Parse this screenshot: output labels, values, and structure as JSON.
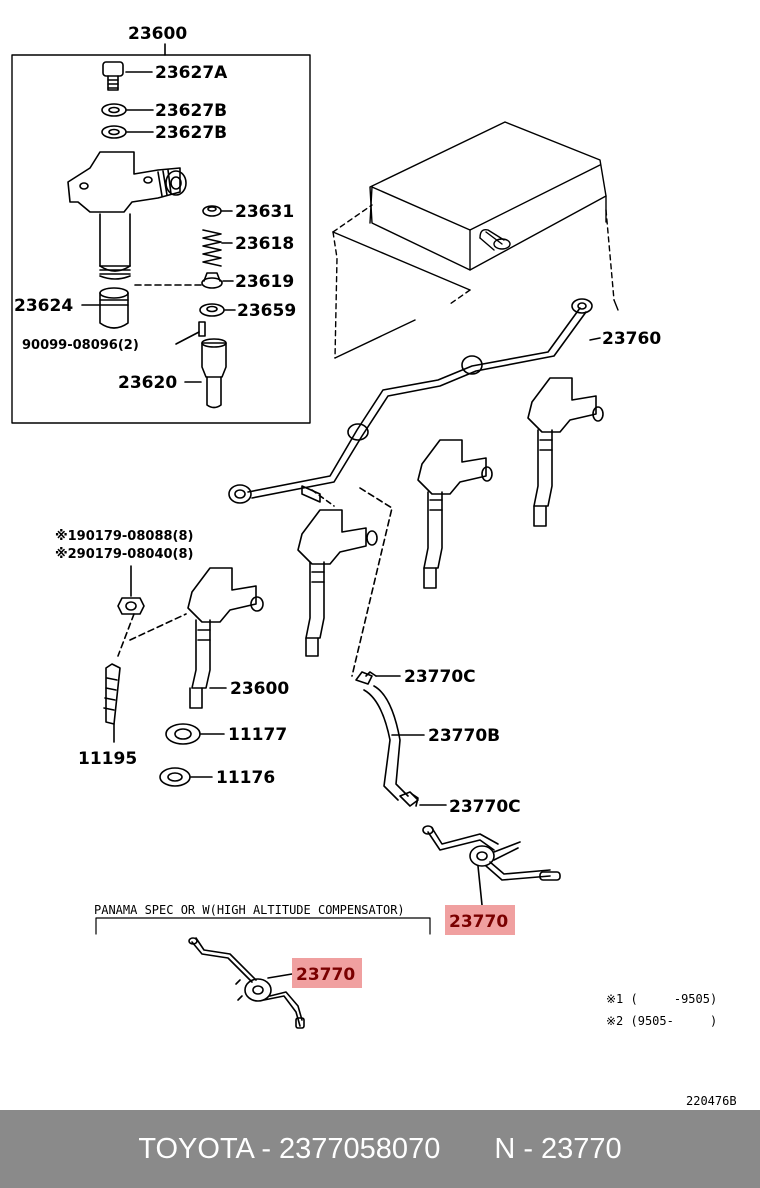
{
  "parts": {
    "p23600_top": "23600",
    "p23627A": "23627A",
    "p23627B_1": "23627B",
    "p23627B_2": "23627B",
    "p23631": "23631",
    "p23618": "23618",
    "p23619": "23619",
    "p23624": "23624",
    "p23659": "23659",
    "p90099": "90099-08096(2)",
    "p23620": "23620",
    "p23760": "23760",
    "p190179_1": "※190179-08088(8)",
    "p190179_2": "※290179-08040(8)",
    "p23600_mid": "23600",
    "p11177": "11177",
    "p11195": "11195",
    "p11176": "11176",
    "p23770C_1": "23770C",
    "p23770B": "23770B",
    "p23770C_2": "23770C",
    "p23770_1": "23770",
    "p23770_2": "23770"
  },
  "panama_note": "PANAMA SPEC OR W(HIGH ALTITUDE COMPENSATOR)",
  "legend": {
    "line1": "※1 (     -9505)",
    "line2": "※2 (9505-     )"
  },
  "diagram_id": "220476B",
  "footer": {
    "brand_part": "TOYOTA - 2377058070",
    "ref": "N - 23770"
  },
  "colors": {
    "highlight": "#f0a0a0",
    "footer_bg": "#8a8a8a"
  }
}
